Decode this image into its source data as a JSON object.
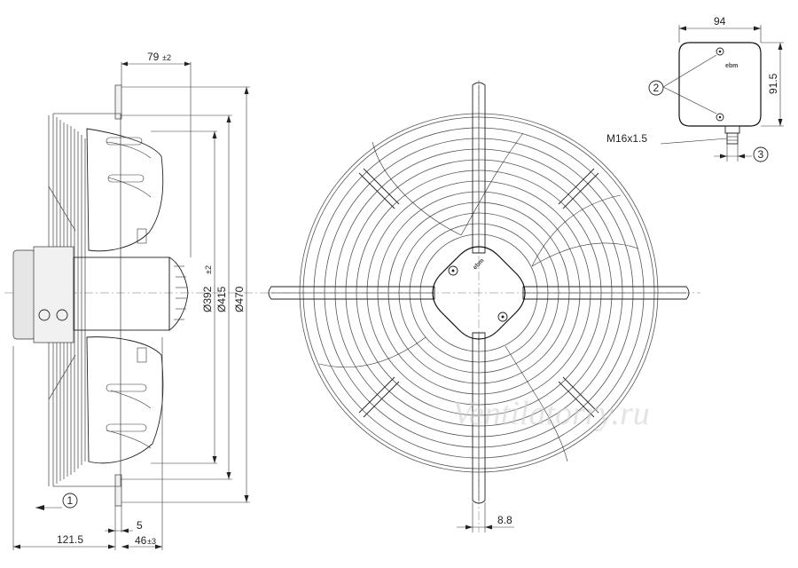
{
  "dimensions": {
    "d79": "79",
    "d79_tol": "±2",
    "d121": "121.5",
    "d5": "5",
    "d46": "46",
    "d46_tol": "±3",
    "dia392": "Ø392",
    "dia392_tol": "±2",
    "dia415": "Ø415",
    "dia470": "Ø470",
    "d8_8": "8.8",
    "d94": "94",
    "d91_5": "91.5",
    "thread": "M16x1.5"
  },
  "callouts": {
    "c1": "1",
    "c2": "2",
    "c3": "3"
  },
  "logo_text": "ebm",
  "watermark": "Ventilatorry.ru"
}
